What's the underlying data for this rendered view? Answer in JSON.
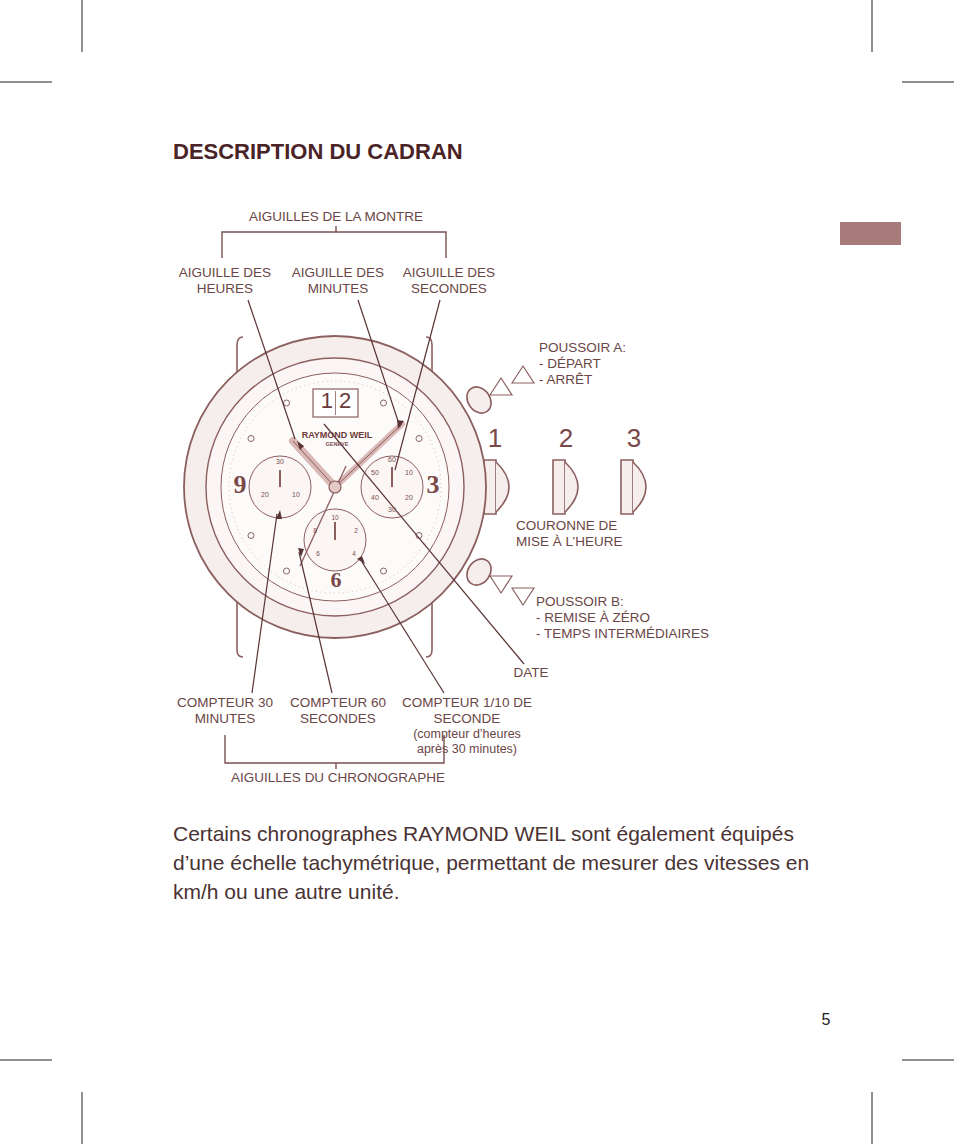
{
  "diagram": {
    "title": "DESCRIPTION DU CADRAN",
    "caption": "Certains chronographes RAYMOND WEIL sont également équipés d’une échelle tachymétrique, permettant de mesurer des vitesses en km/h ou une autre unité.",
    "labels": [
      "AIGUILLES DE LA MONTRE",
      "AIGUILLE DES HEURES",
      "AIGUILLE DES MINUTES",
      "AIGUILLE DES SECONDES",
      "POUSSOIR A:",
      "- DÉPART",
      "- ARRÊT",
      "12",
      "RAYMOND WEIL",
      "GENEVE",
      "1",
      "2",
      "3",
      "9",
      "3",
      "30",
      "20",
      "10",
      "60",
      "50",
      "10",
      "40",
      "20",
      "30",
      "10",
      "2",
      "8",
      "4",
      "6",
      "6",
      "COURONNE DE MISE À L’HEURE",
      "POUSSOIR B:",
      "- REMISE À ZÉRO",
      "- TEMPS INTERMÉDIAIRES",
      "DATE",
      "COMPTEUR 30 MINUTES",
      "COMPTEUR 60 SECONDES",
      "COMPTEUR 1/10 DE SECONDE",
      "(compteur d’heures après 30 minutes)",
      "AIGUILLES DU CHRONOGRAPHE",
      "5"
    ]
  }
}
